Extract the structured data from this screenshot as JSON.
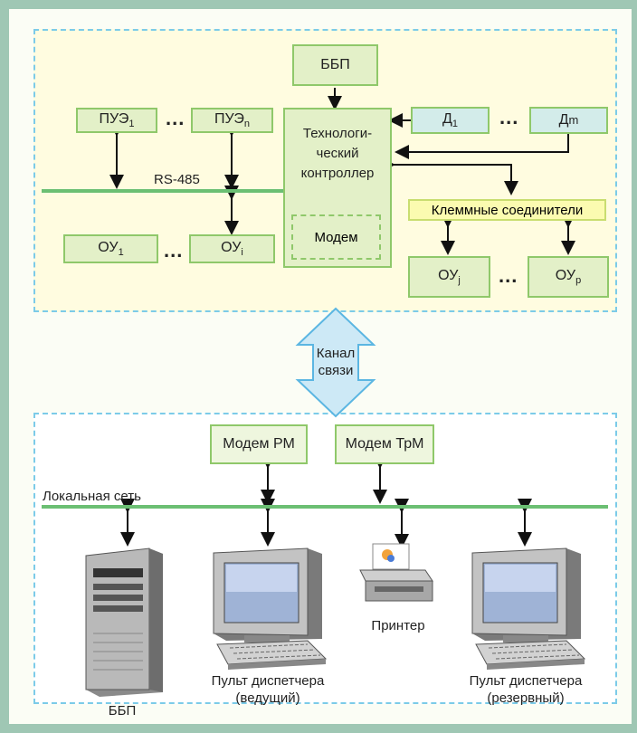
{
  "top": {
    "bbp": "ББП",
    "rs485": "RS-485",
    "controller_lines": [
      "Техноло­ги-",
      "ческий",
      "контроллер"
    ],
    "modem": "Модем",
    "pue1": "ПУЭ",
    "pue1_sub": "1",
    "puen": "ПУЭ",
    "puen_sub": "n",
    "d1": "Д",
    "d1_sub": "1",
    "dm": "Д",
    "dm_sub": "m",
    "ou1": "ОУ",
    "ou1_sub": "1",
    "oui": "ОУ",
    "oui_sub": "i",
    "ouj": "ОУ",
    "ouj_sub": "j",
    "oup": "ОУ",
    "oup_sub": "p",
    "terminals": "Клеммные соединители",
    "dots": "..."
  },
  "channel": {
    "line1": "Канал",
    "line2": "связи"
  },
  "bottom": {
    "modem_rm": "Модем РМ",
    "modem_trm": "Модем ТрМ",
    "lan": "Локальная сеть",
    "server_caption": "ББП",
    "dispatcher_main_line1": "Пульт диспетчера",
    "dispatcher_main_line2": "(ведущий)",
    "printer_caption": "Принтер",
    "dispatcher_reserve_line1": "Пульт диспетчера",
    "dispatcher_reserve_line2": "(резервный)"
  },
  "colors": {
    "frame": "#9fc7b4",
    "region_border": "#7ccbe8",
    "box_border": "#8fc86a",
    "bus": "#6bbf73",
    "arrow_fill": "#cde9f6"
  }
}
